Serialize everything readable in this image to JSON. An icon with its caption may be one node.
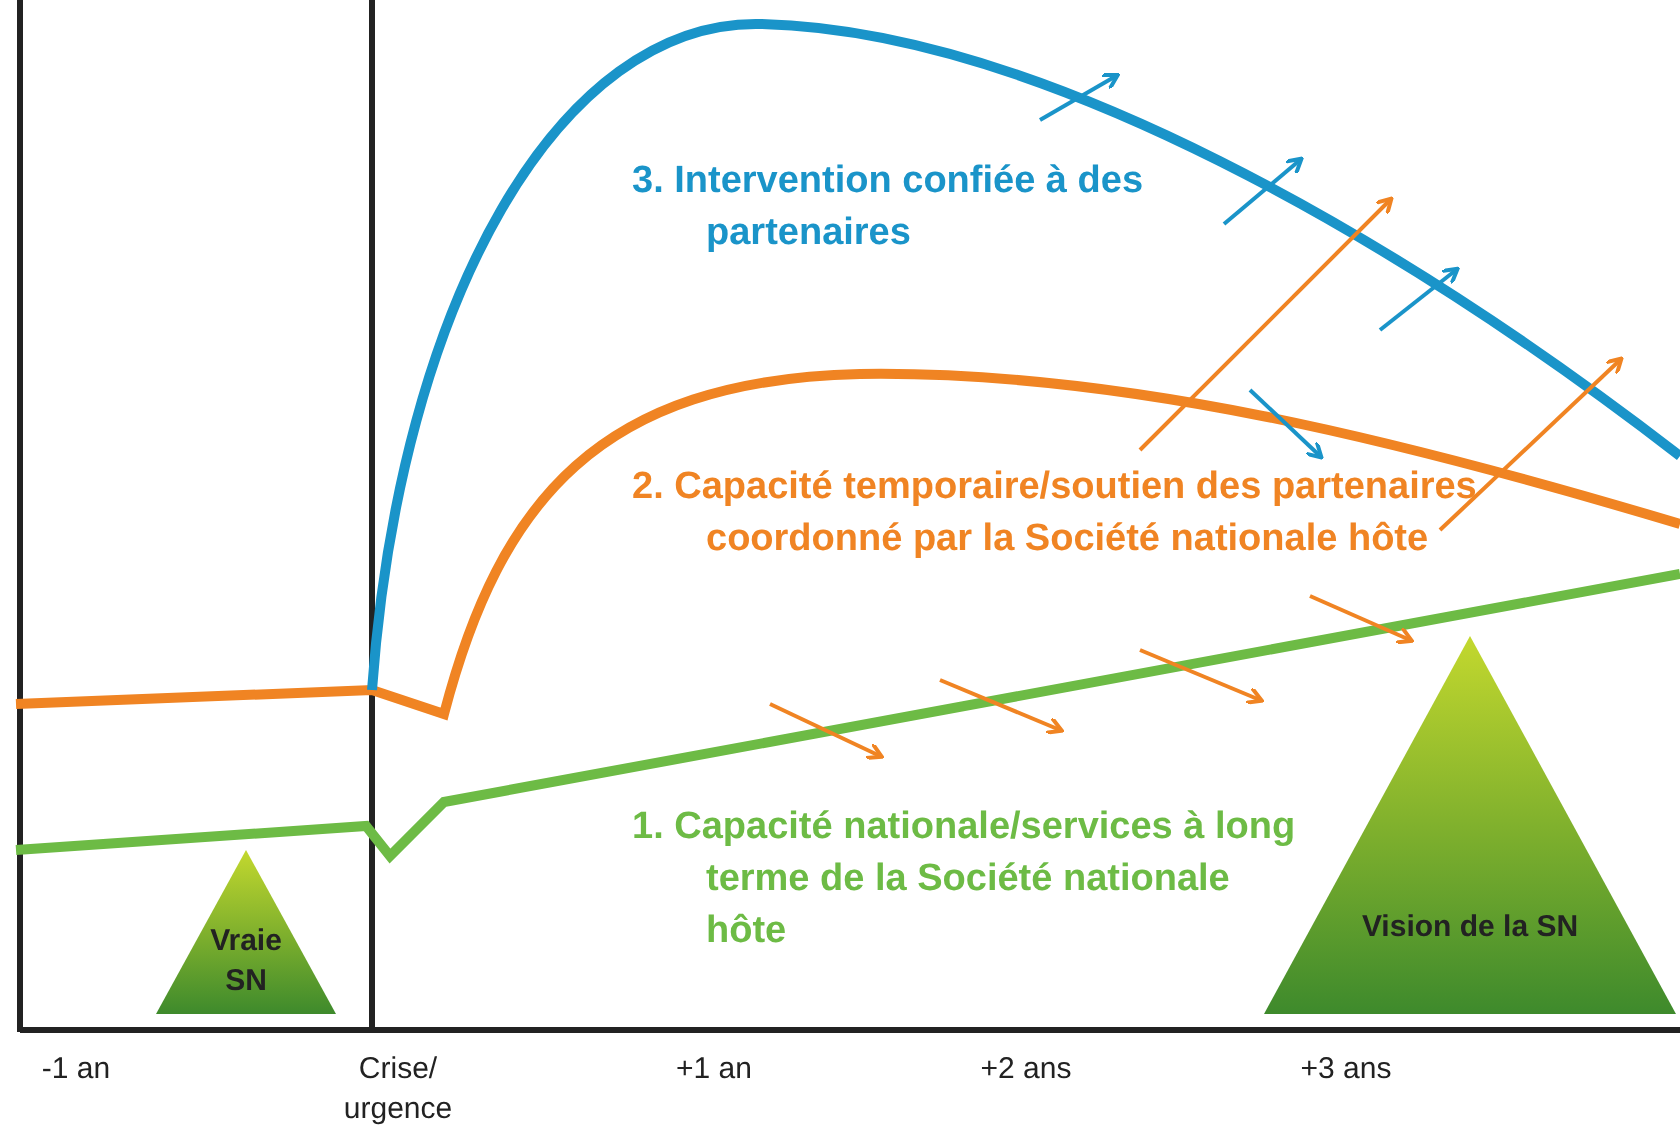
{
  "diagram": {
    "nodes": [
      {
        "text": [
          "Vraie SN"
        ]
      },
      {
        "text": [
          "Vision de la SN"
        ]
      }
    ],
    "labels": [
      "3. Intervention confiée à des partenaires",
      "2. Capacité temporaire/soutien des partenaires coordonné par la Société nationale hôte",
      "1. Capacité nationale/services à long terme de la Société nationale hôte",
      "-1 an",
      "Crise/ urgence",
      "+1 an",
      "+2 ans",
      "+3 ans"
    ]
  }
}
